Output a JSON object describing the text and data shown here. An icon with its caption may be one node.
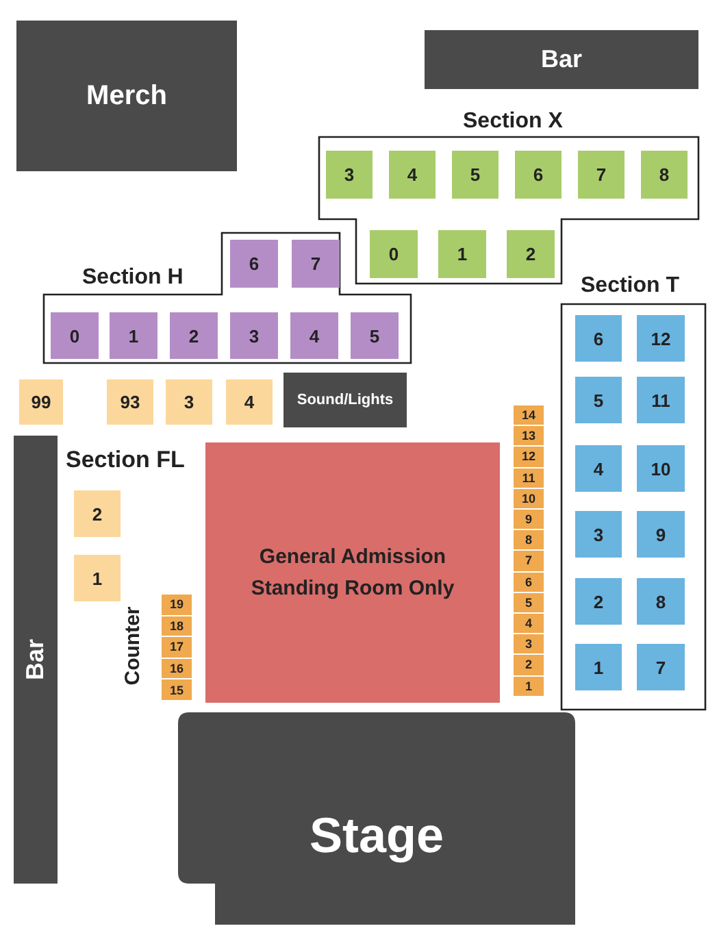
{
  "diagram": {
    "nodes": [
      {
        "text": [
          "Merch"
        ]
      },
      {
        "text": [
          "Bar"
        ]
      },
      {
        "text": [
          "Section X"
        ]
      },
      {
        "text": [
          "3"
        ],
        "in": 2
      },
      {
        "text": [
          "4"
        ],
        "in": 2
      },
      {
        "text": [
          "5"
        ],
        "in": 2
      },
      {
        "text": [
          "6"
        ],
        "in": 2
      },
      {
        "text": [
          "7"
        ],
        "in": 2
      },
      {
        "text": [
          "8"
        ],
        "in": 2
      },
      {
        "text": [
          "0"
        ],
        "in": 2
      },
      {
        "text": [
          "1"
        ],
        "in": 2
      },
      {
        "text": [
          "2"
        ],
        "in": 2
      },
      {
        "text": [
          "Section H"
        ]
      },
      {
        "text": [
          "6"
        ],
        "in": 12
      },
      {
        "text": [
          "7"
        ],
        "in": 12
      },
      {
        "text": [
          "0"
        ],
        "in": 12
      },
      {
        "text": [
          "1"
        ],
        "in": 12
      },
      {
        "text": [
          "2"
        ],
        "in": 12
      },
      {
        "text": [
          "3"
        ],
        "in": 12
      },
      {
        "text": [
          "4"
        ],
        "in": 12
      },
      {
        "text": [
          "5"
        ],
        "in": 12
      },
      {
        "text": [
          "Section T"
        ]
      },
      {
        "text": [
          "6"
        ],
        "in": 21
      },
      {
        "text": [
          "12"
        ],
        "in": 21
      },
      {
        "text": [
          "5"
        ],
        "in": 21
      },
      {
        "text": [
          "11"
        ],
        "in": 21
      },
      {
        "text": [
          "4"
        ],
        "in": 21
      },
      {
        "text": [
          "10"
        ],
        "in": 21
      },
      {
        "text": [
          "3"
        ],
        "in": 21
      },
      {
        "text": [
          "9"
        ],
        "in": 21
      },
      {
        "text": [
          "2"
        ],
        "in": 21
      },
      {
        "text": [
          "8"
        ],
        "in": 21
      },
      {
        "text": [
          "1"
        ],
        "in": 21
      },
      {
        "text": [
          "7"
        ],
        "in": 21
      },
      {
        "text": [
          "99"
        ]
      },
      {
        "text": [
          "93"
        ]
      },
      {
        "text": [
          "3"
        ]
      },
      {
        "text": [
          "4"
        ]
      },
      {
        "text": [
          "Sound/Lights"
        ]
      },
      {
        "text": [
          "Bar"
        ]
      },
      {
        "text": [
          "2"
        ]
      },
      {
        "text": [
          "1"
        ]
      },
      {
        "text": [
          "General Admission Standing Room Only"
        ]
      },
      {
        "text": [
          "19"
        ]
      },
      {
        "text": [
          "18"
        ]
      },
      {
        "text": [
          "17"
        ]
      },
      {
        "text": [
          "16"
        ]
      },
      {
        "text": [
          "15"
        ]
      },
      {
        "text": [
          "14"
        ]
      },
      {
        "text": [
          "13"
        ]
      },
      {
        "text": [
          "12"
        ]
      },
      {
        "text": [
          "11"
        ]
      },
      {
        "text": [
          "10"
        ]
      },
      {
        "text": [
          "9"
        ]
      },
      {
        "text": [
          "8"
        ]
      },
      {
        "text": [
          "7"
        ]
      },
      {
        "text": [
          "6"
        ]
      },
      {
        "text": [
          "5"
        ]
      },
      {
        "text": [
          "4"
        ]
      },
      {
        "text": [
          "3"
        ]
      },
      {
        "text": [
          "2"
        ]
      },
      {
        "text": [
          "1"
        ]
      },
      {
        "text": [
          "Stage"
        ]
      }
    ],
    "labels": [
      "Section FL",
      "Counter"
    ]
  }
}
